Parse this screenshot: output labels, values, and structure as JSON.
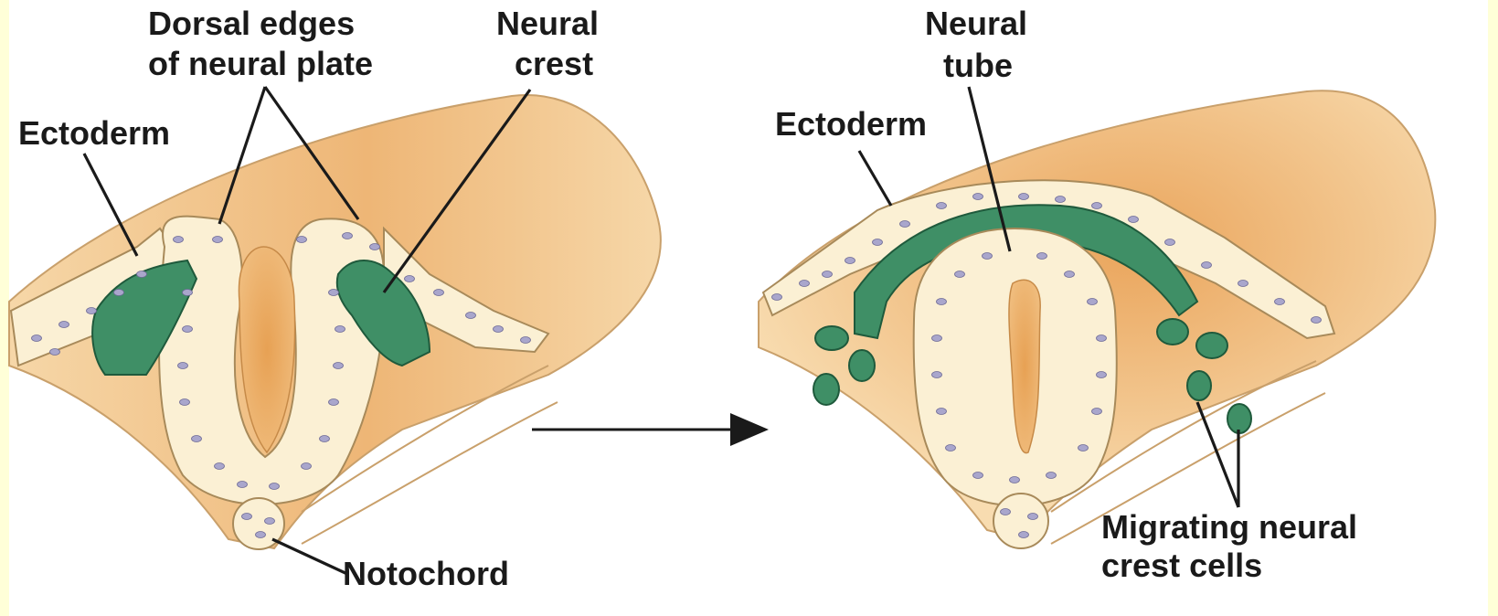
{
  "labels": {
    "left": {
      "dorsal_edges": [
        "Dorsal edges",
        "of neural plate"
      ],
      "neural_crest": [
        "Neural",
        "crest"
      ],
      "ectoderm": "Ectoderm",
      "notochord": "Notochord"
    },
    "right": {
      "neural_tube": [
        "Neural",
        "tube"
      ],
      "ectoderm": "Ectoderm",
      "migrating": [
        "Migrating neural",
        "crest cells"
      ]
    }
  },
  "colors": {
    "background_border": "#ffffd8",
    "panel": "#ffffff",
    "body_tissue": "#f7dcae",
    "body_shade": "#e9a55a",
    "cell_fill": "#fbf0d4",
    "cell_stroke": "#a88a5a",
    "crest_cells": "#3f8f66",
    "crest_stroke": "#1f5a3c",
    "lumen": "#e9a95c",
    "nucleus": "#a9a6cc",
    "leader_lines": "#1a1a1a"
  }
}
